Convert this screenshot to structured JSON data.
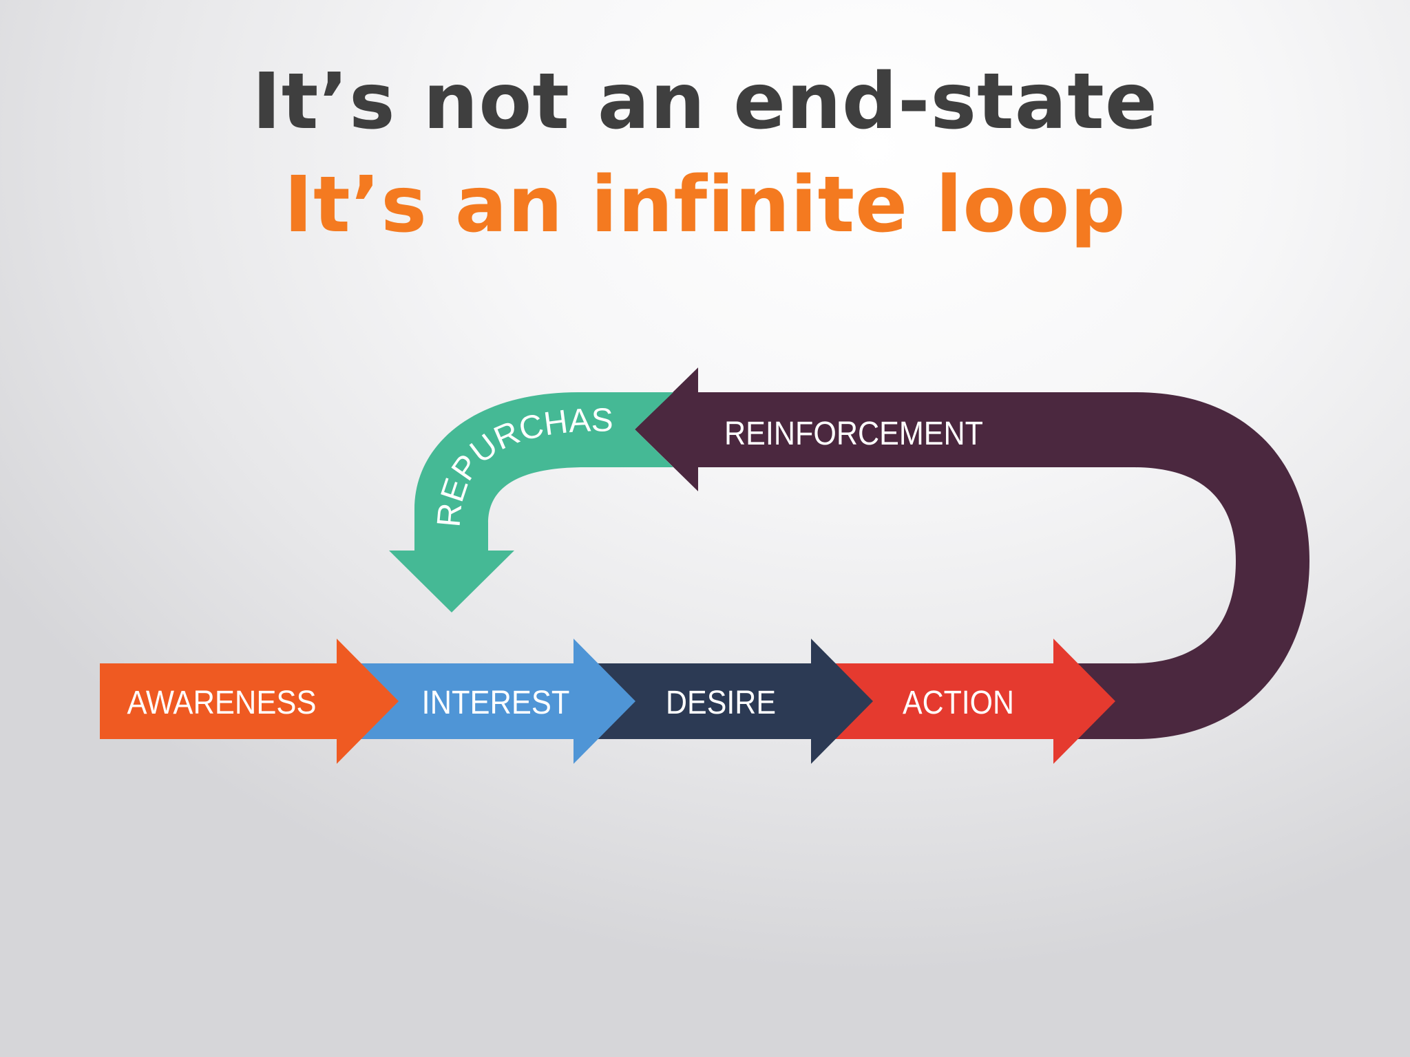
{
  "title": {
    "line1": "It’s not an end-state",
    "line2": "It’s an infinite loop"
  },
  "colors": {
    "title_dark": "#3f3f3f",
    "title_accent": "#f47a20",
    "awareness": "#ef5a22",
    "interest": "#4f95d6",
    "desire": "#2c3a54",
    "action": "#e53a2f",
    "reinforcement": "#4b283f",
    "repurchase": "#45b995"
  },
  "stages": {
    "awareness": "AWARENESS",
    "interest": "INTEREST",
    "desire": "DESIRE",
    "action": "ACTION",
    "reinforcement": "REINFORCEMENT",
    "repurchase": "REPURCHASE"
  }
}
